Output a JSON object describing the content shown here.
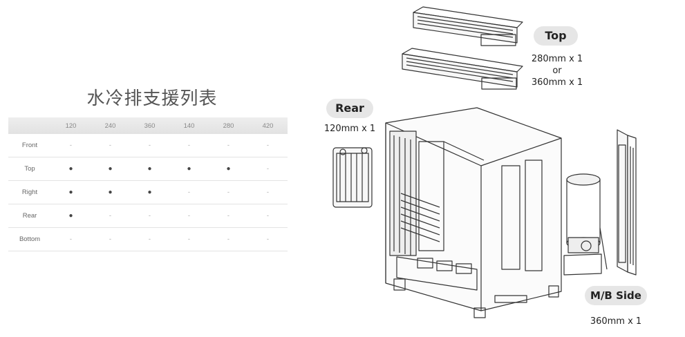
{
  "title": "水冷排支援列表",
  "table": {
    "columns": [
      "",
      "120",
      "240",
      "360",
      "140",
      "280",
      "420"
    ],
    "rows": [
      {
        "label": "Front",
        "cells": [
          "-",
          "-",
          "-",
          "-",
          "-",
          "-"
        ]
      },
      {
        "label": "Top",
        "cells": [
          "●",
          "●",
          "●",
          "●",
          "●",
          "-"
        ]
      },
      {
        "label": "Right",
        "cells": [
          "●",
          "●",
          "●",
          "-",
          "-",
          "-"
        ]
      },
      {
        "label": "Rear",
        "cells": [
          "●",
          "-",
          "-",
          "-",
          "-",
          "-"
        ]
      },
      {
        "label": "Bottom",
        "cells": [
          "-",
          "-",
          "-",
          "-",
          "-",
          "-"
        ]
      }
    ]
  },
  "diagram": {
    "top": {
      "label": "Top",
      "size_line1": "280mm x 1",
      "or": "or",
      "size_line2": "360mm x 1"
    },
    "rear": {
      "label": "Rear",
      "size": "120mm x 1"
    },
    "mb_side": {
      "label": "M/B Side",
      "size": "360mm x 1"
    }
  }
}
